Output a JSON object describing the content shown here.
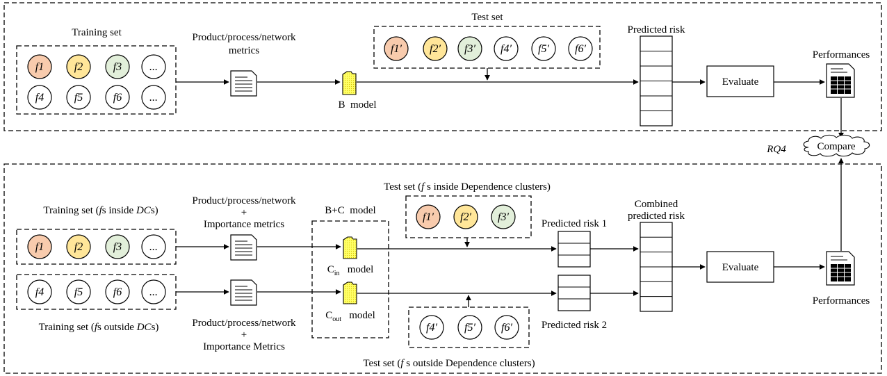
{
  "top": {
    "training_set_label": "Training set",
    "metrics_label_line1": "Product/process/network",
    "metrics_label_line2": "metrics",
    "test_set_label": "Test set",
    "model_label": "B  model",
    "predicted_risk_label": "Predicted risk",
    "evaluate_label": "Evaluate",
    "performances_label": "Performances",
    "training_nodes": [
      "f1",
      "f2",
      "f3",
      "...",
      "f4",
      "f5",
      "f6",
      "..."
    ],
    "test_nodes": [
      "f1′",
      "f2′",
      "f3′",
      "f4′",
      "f5′",
      "f6′"
    ]
  },
  "middle": {
    "rq_label": "RQ4",
    "compare_label": "Compare"
  },
  "bottom": {
    "test_inside_prefix": "Test set (",
    "test_inside_f": "f",
    "test_inside_suffix": " s inside Dependence clusters)",
    "training_inside_prefix": "Training set (",
    "training_inside_f": "f",
    "training_inside_mid": "s inside ",
    "training_inside_dc": "DC",
    "training_inside_end": "s)",
    "metrics_top_line1": "Product/process/network",
    "metrics_top_plus": "+",
    "metrics_top_line3": "Importance metrics",
    "bc_model_label": "B+C  model",
    "cin_label_c": "C",
    "cin_label_sub": "in",
    "cin_label_rest": "   model",
    "cout_label_c": "C",
    "cout_label_sub": "out",
    "cout_label_rest": "   model",
    "predicted_risk_1_label": "Predicted risk 1",
    "predicted_risk_2_label": "Predicted risk 2",
    "combined_line1": "Combined",
    "combined_line2": "predicted risk",
    "evaluate_label": "Evaluate",
    "performances_label": "Performances",
    "training_outside_prefix": "Training set (",
    "training_outside_f": "f",
    "training_outside_mid": "s outside ",
    "training_outside_dc": "DC",
    "training_outside_end": "s)",
    "metrics_bottom_line1": "Product/process/network",
    "metrics_bottom_plus": "+",
    "metrics_bottom_line3": "Importance Metrics",
    "test_outside_prefix": "Test set (",
    "test_outside_f": "f",
    "test_outside_suffix": " s outside Dependence clusters)",
    "inside_training_nodes": [
      "f1",
      "f2",
      "f3",
      "..."
    ],
    "outside_training_nodes": [
      "f4",
      "f5",
      "f6",
      "..."
    ],
    "inside_test_nodes": [
      "f1′",
      "f2′",
      "f3′"
    ],
    "outside_test_nodes": [
      "f4′",
      "f5′",
      "f6′"
    ]
  },
  "colors": {
    "node_orange": "#f8cbad",
    "node_yellow": "#ffe699",
    "node_green": "#e2efda",
    "node_white": "#ffffff",
    "folder_yellow": "#ffff66",
    "stroke": "#000000"
  }
}
